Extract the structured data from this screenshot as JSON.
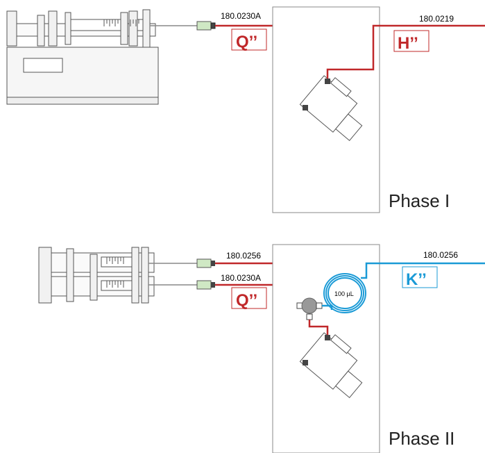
{
  "phase1": {
    "inlet_code": "180.0230A",
    "inlet_badge": "Q’’",
    "outlet_code": "180.0219",
    "outlet_badge": "H’’",
    "label": "Phase I"
  },
  "phase2": {
    "inlet_top_code": "180.0256",
    "inlet_bottom_code": "180.0230A",
    "inlet_badge": "Q’’",
    "outlet_code": "180.0256",
    "outlet_badge": "K’’",
    "loop_label": "100 µL",
    "label": "Phase II"
  },
  "colors": {
    "red_tubing": "#c0282a",
    "blue_tubing": "#1a9ad6",
    "connector_green": "#cfe8c4",
    "outline": "#555555"
  },
  "icons": {
    "pump": "syringe-pump-icon",
    "connector": "fitting-icon",
    "valve": "valve-icon",
    "mixer": "tee-mixer-icon",
    "loop": "coil-loop-icon"
  }
}
